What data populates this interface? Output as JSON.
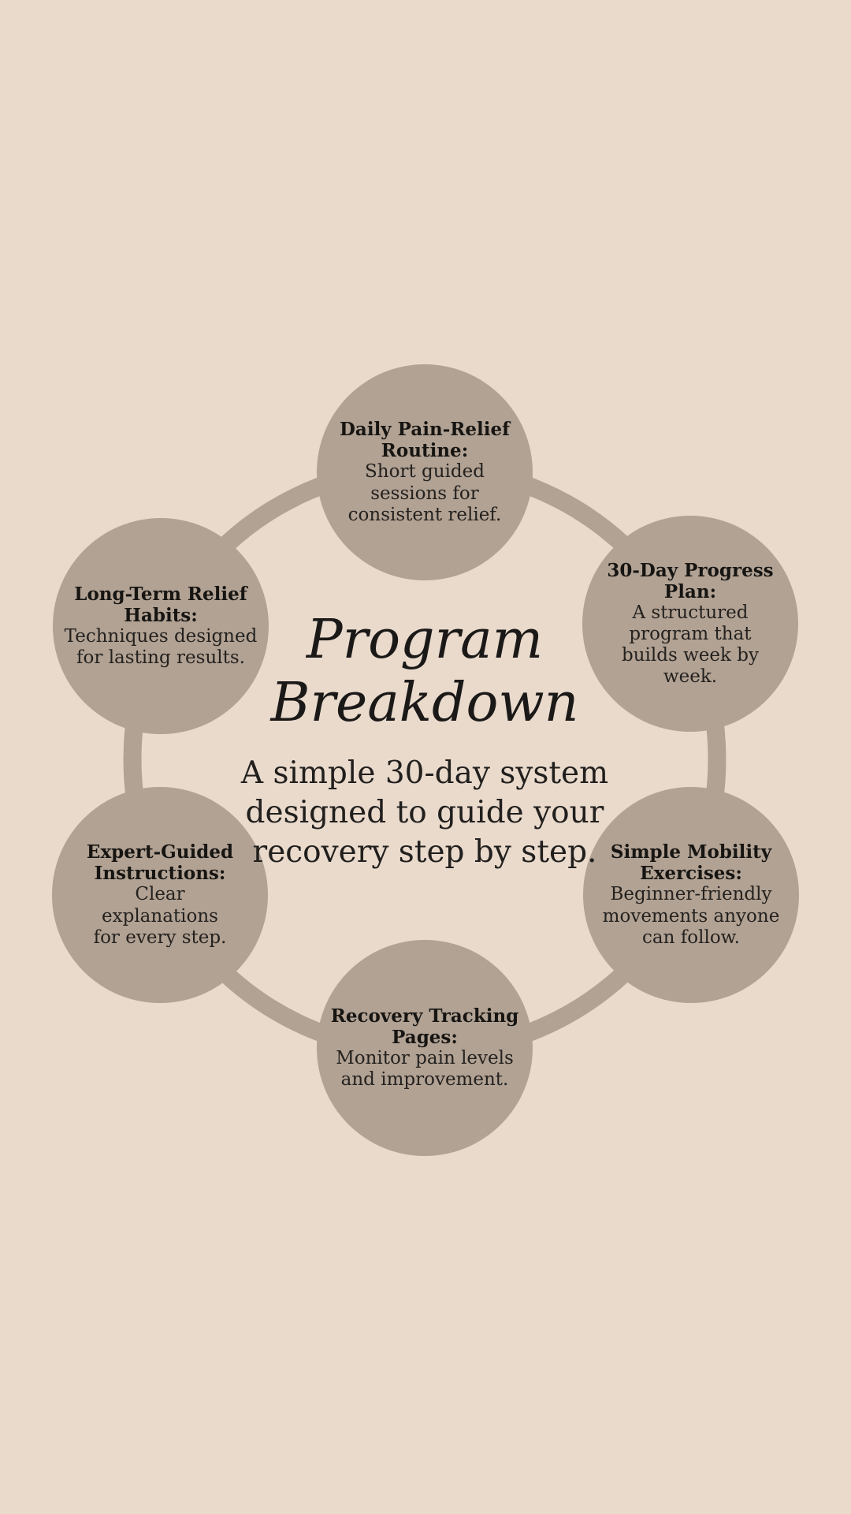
{
  "palette": {
    "background": "#E9DACC",
    "node_fill": "#B1A294",
    "ring_stroke": "#B1A294",
    "heading_text": "#171512",
    "body_text": "#24211E"
  },
  "center": {
    "title": "Program\nBreakdown",
    "subtitle": "A simple 30-day system\ndesigned to guide your\nrecovery step by step."
  },
  "nodes": [
    {
      "id": "daily-pain-relief-routine",
      "heading": "Daily Pain-Relief\nRoutine:",
      "body": "Short guided\nsessions for\nconsistent relief."
    },
    {
      "id": "long-term-relief-habits",
      "heading": "Long-Term Relief\nHabits:",
      "body": "Techniques designed\nfor lasting results."
    },
    {
      "id": "30-day-progress-plan",
      "heading": "30-Day Progress\nPlan:",
      "body": "A structured\nprogram that\nbuilds week by\nweek."
    },
    {
      "id": "expert-guided-instructions",
      "heading": "Expert-Guided\nInstructions:",
      "body": "Clear\nexplanations\nfor every step."
    },
    {
      "id": "simple-mobility-exercises",
      "heading": "Simple Mobility\nExercises:",
      "body": "Beginner-friendly\nmovements anyone\ncan follow."
    },
    {
      "id": "recovery-tracking-pages",
      "heading": "Recovery Tracking\nPages:",
      "body": "Monitor pain levels\nand improvement."
    }
  ]
}
